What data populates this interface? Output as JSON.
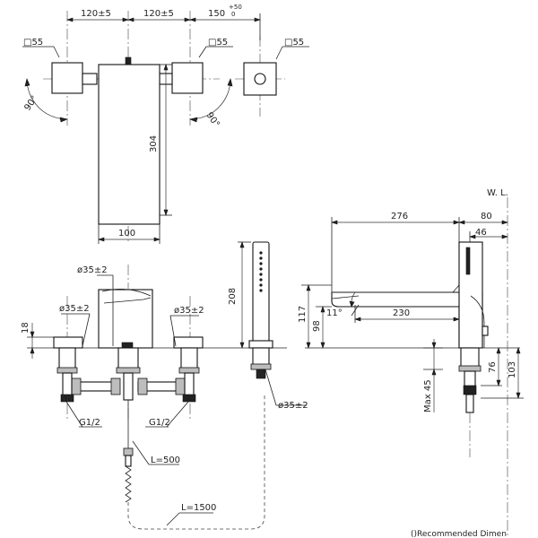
{
  "top_view": {
    "dim_spacing_left": "120±5",
    "dim_spacing_right": "120±5",
    "dim_spacing_shower": "150",
    "dim_spacing_shower_tol_upper": "+50",
    "dim_spacing_shower_tol_lower": "0",
    "handle_size_left": "□55",
    "handle_size_right": "□55",
    "handle_size_shower": "□55",
    "angle_left": "90°",
    "angle_right": "90°",
    "spout_length": "304",
    "spout_width": "100"
  },
  "front_view": {
    "hole_center": "ø35±2",
    "hole_left": "ø35±2",
    "hole_right": "ø35±2",
    "deck_height": "18",
    "thread_left": "G1/2",
    "thread_right": "G1/2",
    "hose_short": "L=500",
    "hose_long": "L=1500"
  },
  "shower_view": {
    "shower_height": "208",
    "shower_hole": "ø35±2"
  },
  "side_view": {
    "water_level": "W. L.",
    "reach": "276",
    "top_offset": "80",
    "body_offset": "46",
    "spout_height": "117",
    "outlet_height": "98",
    "spout_angle": "11°",
    "outlet_reach": "230",
    "thickness_max": "Max 45",
    "shank_76": "76",
    "shank_103": "103"
  },
  "footnote": "()Recommended Dimen"
}
